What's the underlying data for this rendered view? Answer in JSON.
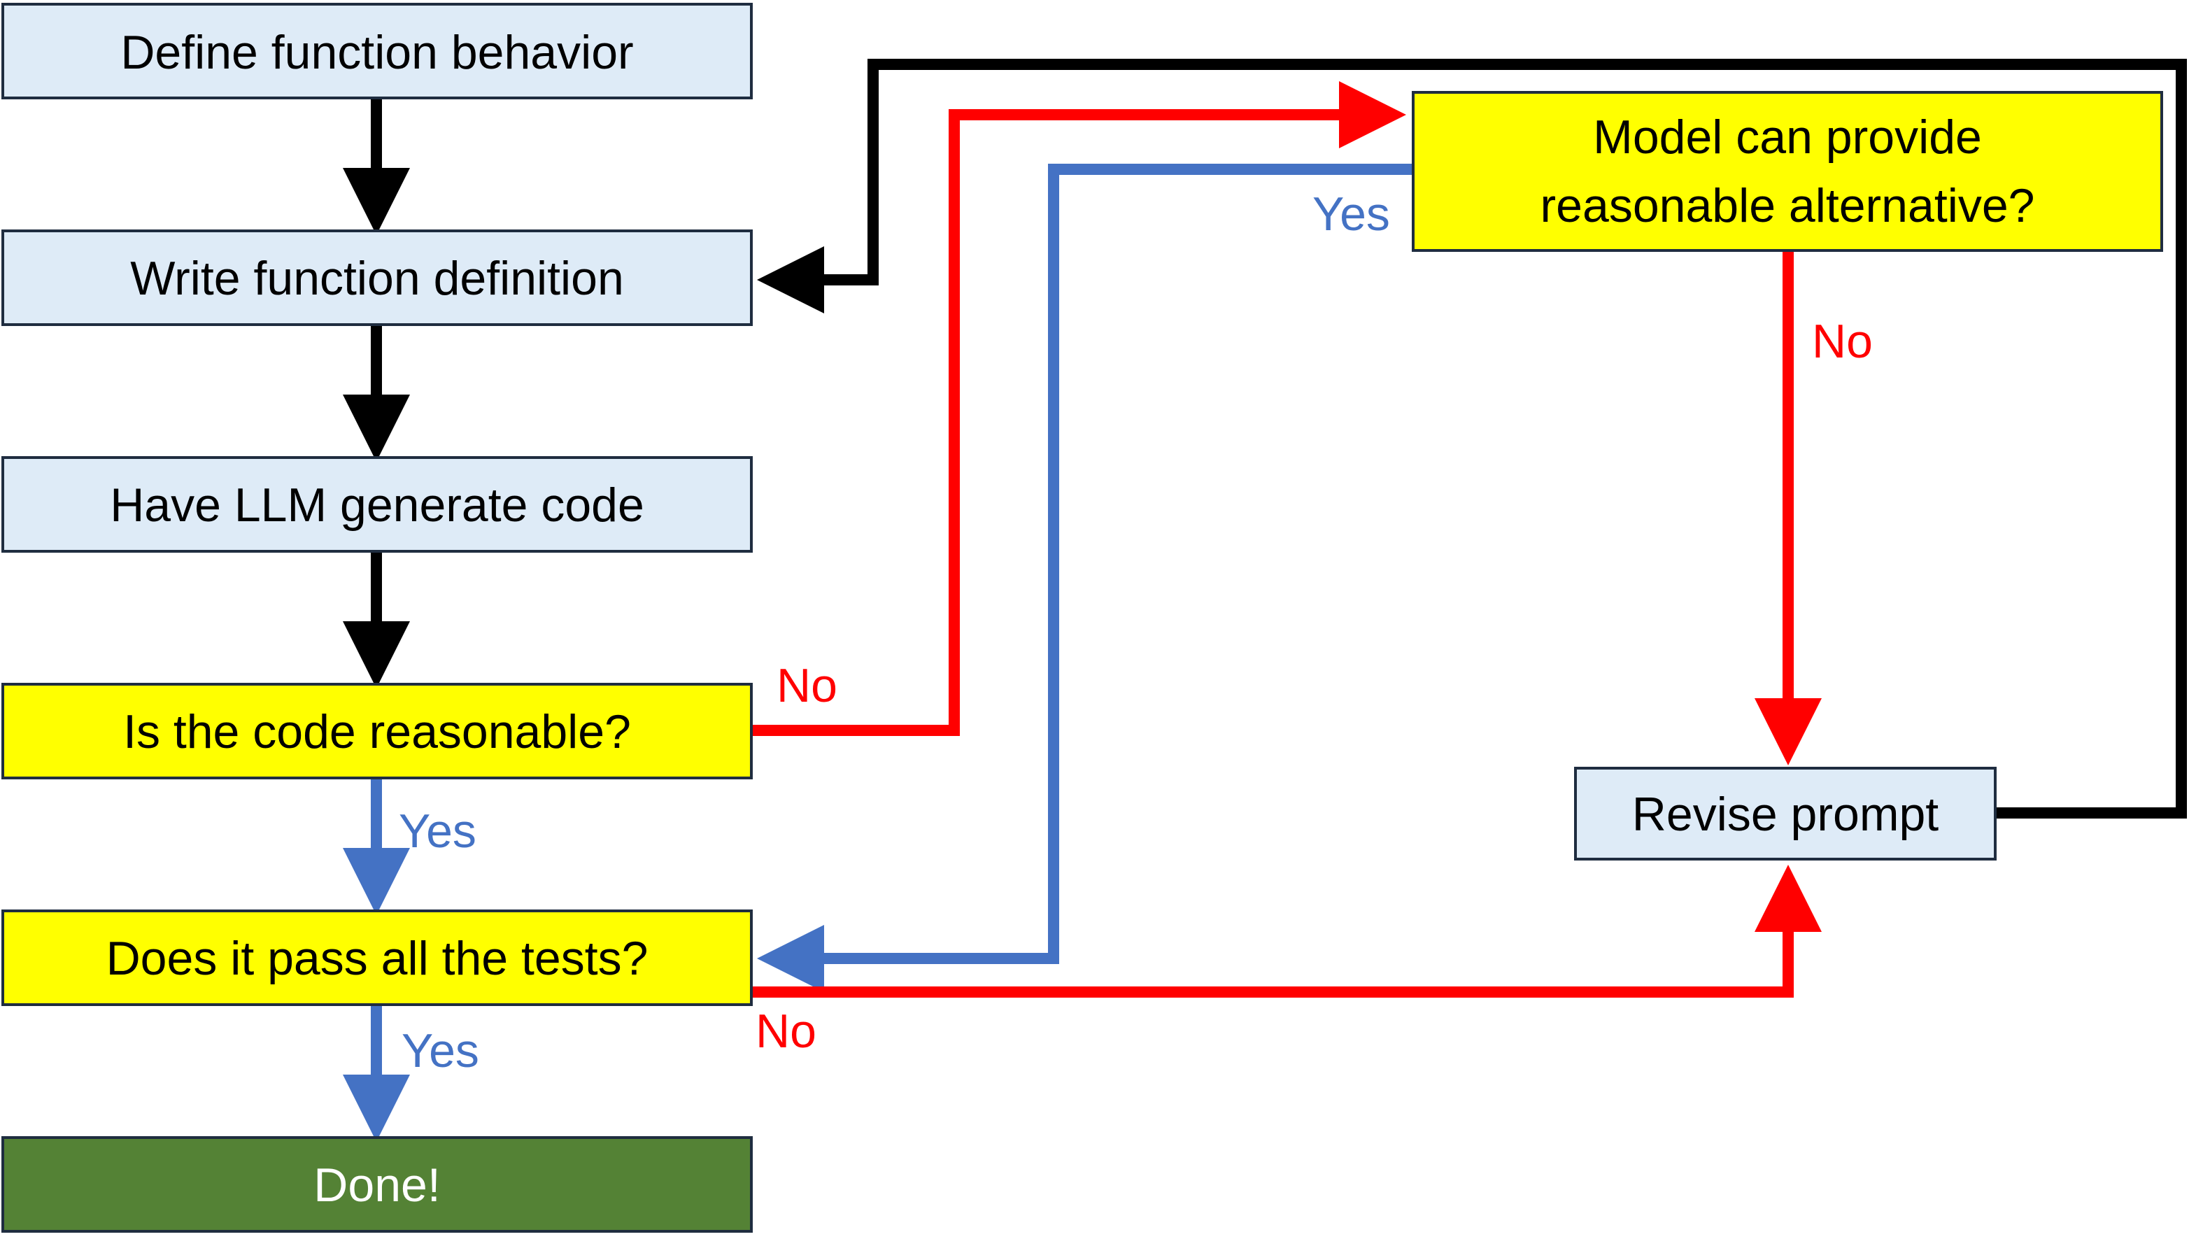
{
  "colors": {
    "blue_box": "#deebf7",
    "yellow_box": "#ffff00",
    "green_box": "#548235",
    "box_stroke": "#1f2d40",
    "black_arrow": "#000000",
    "red_arrow": "#ff0000",
    "blue_arrow": "#4472c4",
    "done_text": "#ffffff"
  },
  "nodes": {
    "define": "Define function behavior",
    "write": "Write function definition",
    "generate": "Have LLM generate code",
    "reasonable": "Is the code reasonable?",
    "tests": "Does it pass all the tests?",
    "done": "Done!",
    "alternative_line1": "Model can provide",
    "alternative_line2": "reasonable alternative?",
    "revise": "Revise prompt"
  },
  "edge_labels": {
    "reasonable_no": "No",
    "reasonable_yes": "Yes",
    "tests_yes": "Yes",
    "tests_no": "No",
    "alternative_yes": "Yes",
    "alternative_no": "No"
  }
}
